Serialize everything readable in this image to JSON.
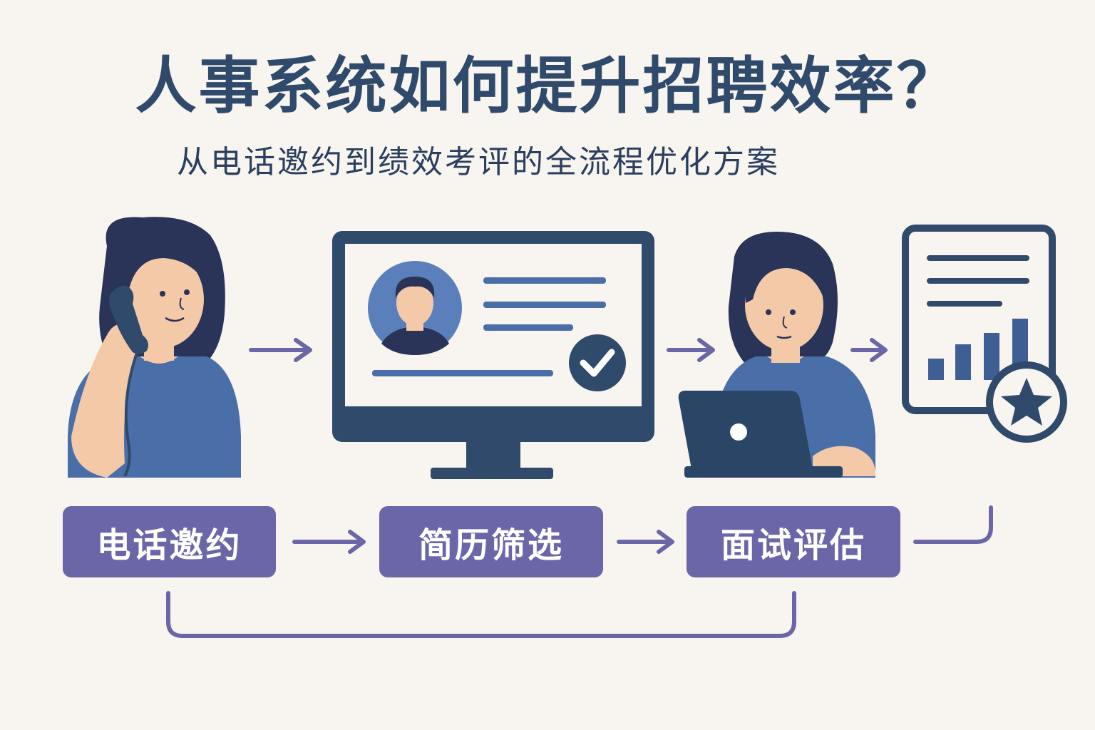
{
  "header": {
    "title": "人事系统如何提升招聘效率？",
    "subtitle": "从电话邀约到绩效考评的全流程优化方案"
  },
  "steps": [
    {
      "label": "电话邀约",
      "icon": "person-on-phone-icon"
    },
    {
      "label": "简历筛选",
      "icon": "resume-monitor-icon"
    },
    {
      "label": "面试评估",
      "icon": "person-with-laptop-icon"
    }
  ],
  "final_icon": "performance-report-star-icon",
  "colors": {
    "background": "#f8f4ef",
    "navy": "#2f4a6b",
    "step_box": "#6b66a8",
    "connector": "#6b66a8",
    "shirt_blue": "#4a6fa8",
    "skin": "#f4c9a8",
    "hair": "#2a3358",
    "avatar_circle": "#5a7fba"
  }
}
